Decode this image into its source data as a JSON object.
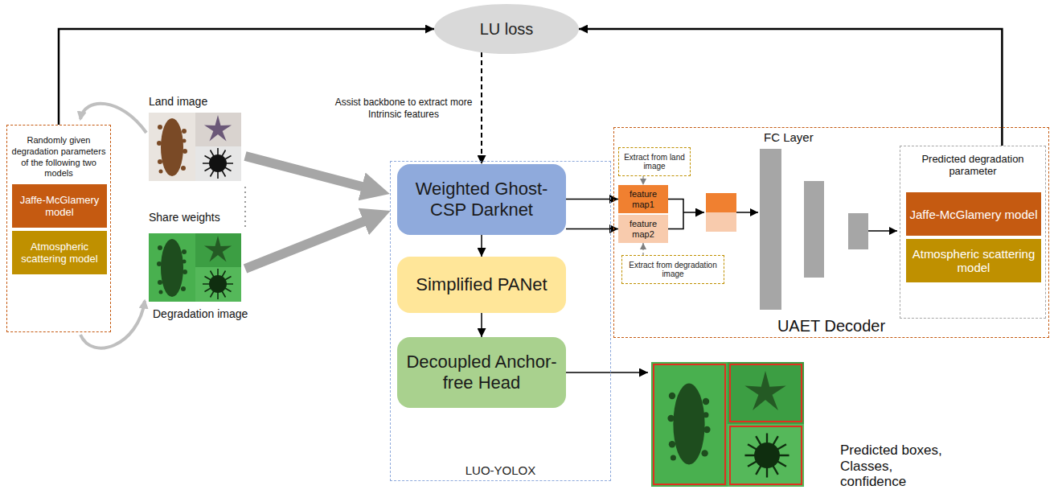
{
  "diagram": {
    "nodes": [
      {
        "text": [
          "LU loss"
        ]
      },
      {
        "text": [
          "Randomly given degradation parameters of the following two models"
        ]
      },
      {
        "text": [
          "Jaffe-McGlamery model"
        ],
        "in": 1
      },
      {
        "text": [
          "Atmospheric scattering model"
        ],
        "in": 1
      },
      {
        "text": [
          "LUO-YOLOX"
        ]
      },
      {
        "text": [
          "Weighted Ghost-CSP Darknet"
        ],
        "in": 4
      },
      {
        "text": [
          "Simplified PANet"
        ],
        "in": 4
      },
      {
        "text": [
          "Decoupled Anchor-free Head"
        ],
        "in": 4
      },
      {
        "text": [
          "UAET Decoder"
        ]
      },
      {
        "text": [
          "Extract from land image"
        ],
        "in": 8
      },
      {
        "text": [
          "feature map1"
        ],
        "in": 8
      },
      {
        "text": [
          "feature map2"
        ],
        "in": 8
      },
      {
        "text": [
          "Extract from degradation image"
        ],
        "in": 8
      },
      {
        "text": [
          "Predicted degradation parameter"
        ],
        "in": 8
      },
      {
        "text": [
          "Jaffe-McGlamery model"
        ],
        "in": 13
      },
      {
        "text": [
          "Atmospheric scattering model"
        ],
        "in": 13
      }
    ],
    "edges": [
      {
        "from": 1,
        "to": 0,
        "arrow": "to"
      },
      {
        "from": 13,
        "to": 0,
        "arrow": "to"
      },
      {
        "from": 0,
        "to": 5,
        "arrow": "to",
        "label": "Assist backbone to extract more Intrinsic features"
      },
      {
        "from": 5,
        "to": 6,
        "arrow": "to"
      },
      {
        "from": 6,
        "to": 7,
        "arrow": "to"
      },
      {
        "from": 5,
        "to": 10,
        "arrow": "to"
      },
      {
        "from": 5,
        "to": 11,
        "arrow": "to"
      },
      {
        "from": 9,
        "to": 10,
        "arrow": "to"
      },
      {
        "from": 12,
        "to": 11,
        "arrow": "to"
      }
    ],
    "labels": [
      "Land image",
      "Share weights",
      "Degradation image",
      "FC Layer",
      "Predicted boxes, Classes, confidence"
    ]
  }
}
